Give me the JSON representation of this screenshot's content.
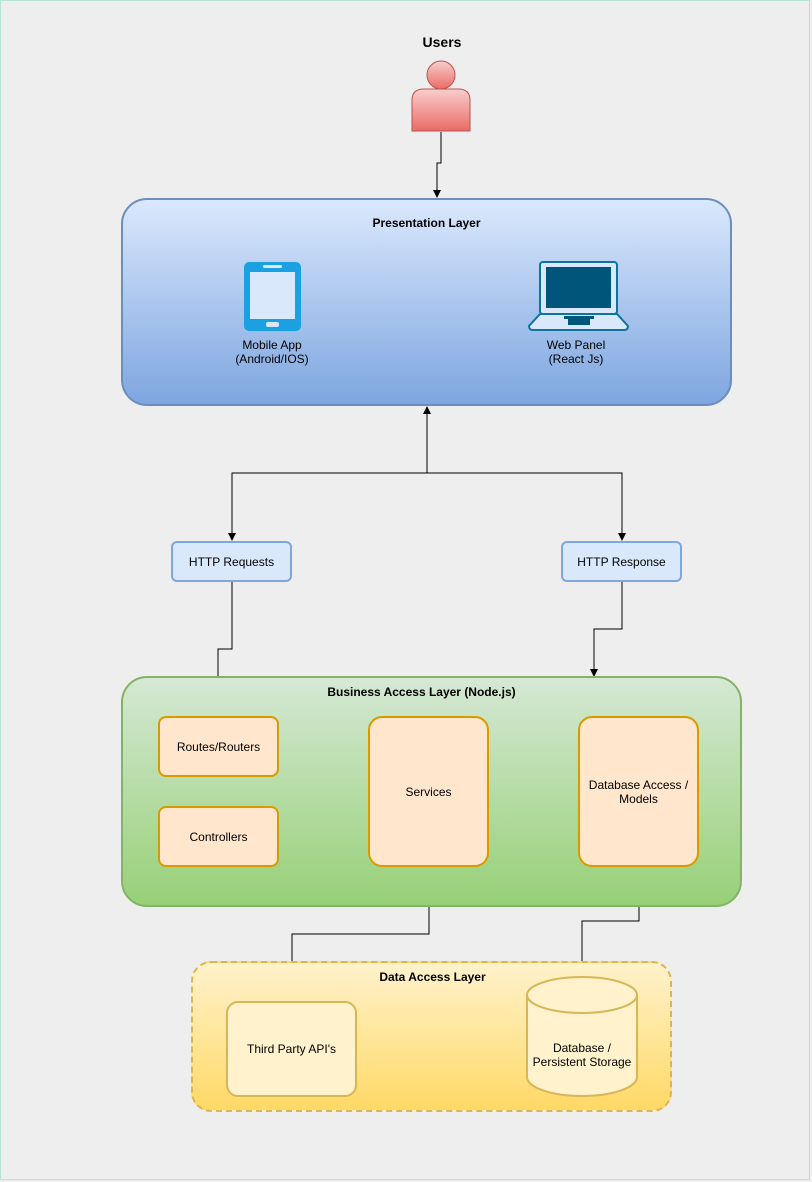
{
  "users": {
    "label": "Users"
  },
  "presentation_layer": {
    "title": "Presentation Layer",
    "mobile_app": {
      "line1": "Mobile App",
      "line2": "(Android/IOS)",
      "icon": "tablet-icon"
    },
    "web_panel": {
      "line1": "Web Panel",
      "line2": "(React Js)",
      "icon": "laptop-icon"
    }
  },
  "http": {
    "requests": "HTTP Requests",
    "response": "HTTP Response"
  },
  "business_layer": {
    "title": "Business Access Layer (Node.js)",
    "routes": "Routes/Routers",
    "controllers": "Controllers",
    "services": "Services",
    "db_access": {
      "line1": "Database Access /",
      "line2": "Models"
    }
  },
  "data_access_layer": {
    "title": "Data Access Layer",
    "third_party": "Third Party API's",
    "database": {
      "line1": "Database /",
      "line2": "Persistent Storage"
    }
  },
  "colors": {
    "presentation_fill_top": "#dae8fc",
    "presentation_fill_bottom": "#7ea6e0",
    "business_fill_top": "#d5e8d4",
    "business_fill_bottom": "#97d077",
    "data_fill_top": "#fff2cc",
    "data_fill_bottom": "#ffd966",
    "component_fill": "#ffe6cc",
    "component_border": "#d79b00",
    "user_icon": "#ea6b66",
    "device_icon": "#1ba1e2"
  }
}
